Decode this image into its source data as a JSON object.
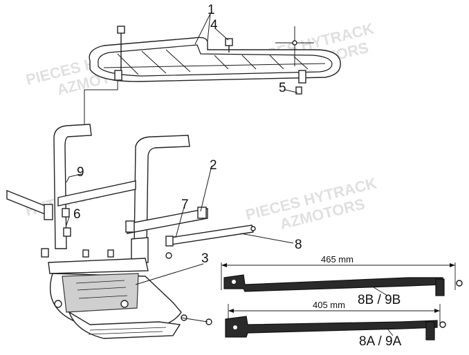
{
  "watermarks": [
    {
      "line1": "PIECES HYTRACK",
      "line2": "AZMOTORS"
    },
    {
      "line1": "PIECES HYTRACK",
      "line2": "AZMOTORS"
    },
    {
      "line1": "PIECES HYTRACK",
      "line2": "AZMOTORS"
    },
    {
      "line1": "HYTRACK",
      "line2": ""
    }
  ],
  "callouts": [
    "1",
    "2",
    "3",
    "4",
    "5",
    "6",
    "7",
    "8",
    "9"
  ],
  "brackets": [
    {
      "length": "465 mm",
      "code": "8B / 9B"
    },
    {
      "length": "405 mm",
      "code": "8A / 9A"
    }
  ]
}
